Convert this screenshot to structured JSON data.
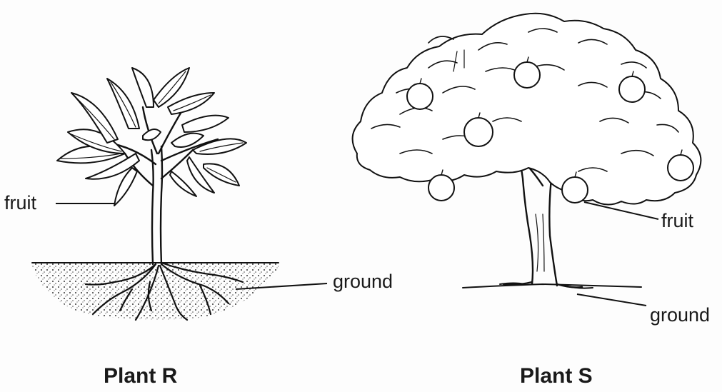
{
  "plant_r": {
    "caption": "Plant R",
    "fruit_label": "fruit",
    "ground_label": "ground"
  },
  "plant_s": {
    "caption": "Plant S",
    "fruit_label": "fruit",
    "ground_label": "ground"
  }
}
